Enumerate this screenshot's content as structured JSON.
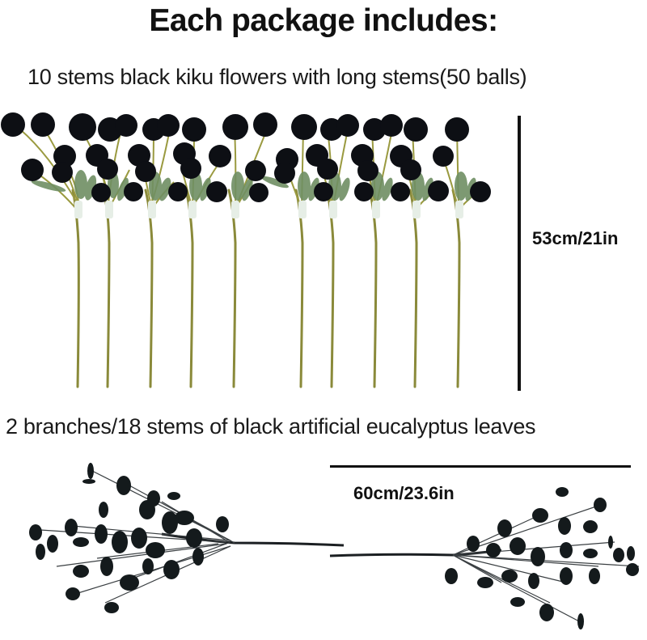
{
  "heading": "Each package includes:",
  "items": [
    {
      "description": "10 stems black kiku flowers with long stems(50 balls)",
      "dimension": "53cm/21in",
      "dimension_orientation": "vertical"
    },
    {
      "description": "2 branches/18 stems of black artificial eucalyptus leaves",
      "dimension": "60cm/23.6in",
      "dimension_orientation": "horizontal"
    }
  ],
  "colors": {
    "background": "#ffffff",
    "text": "#111111",
    "flower": "#0d0f14",
    "stem": "#8a8a3a",
    "leaf_green": "#6f8f63",
    "eucalyptus_leaf": "#141a1c"
  }
}
